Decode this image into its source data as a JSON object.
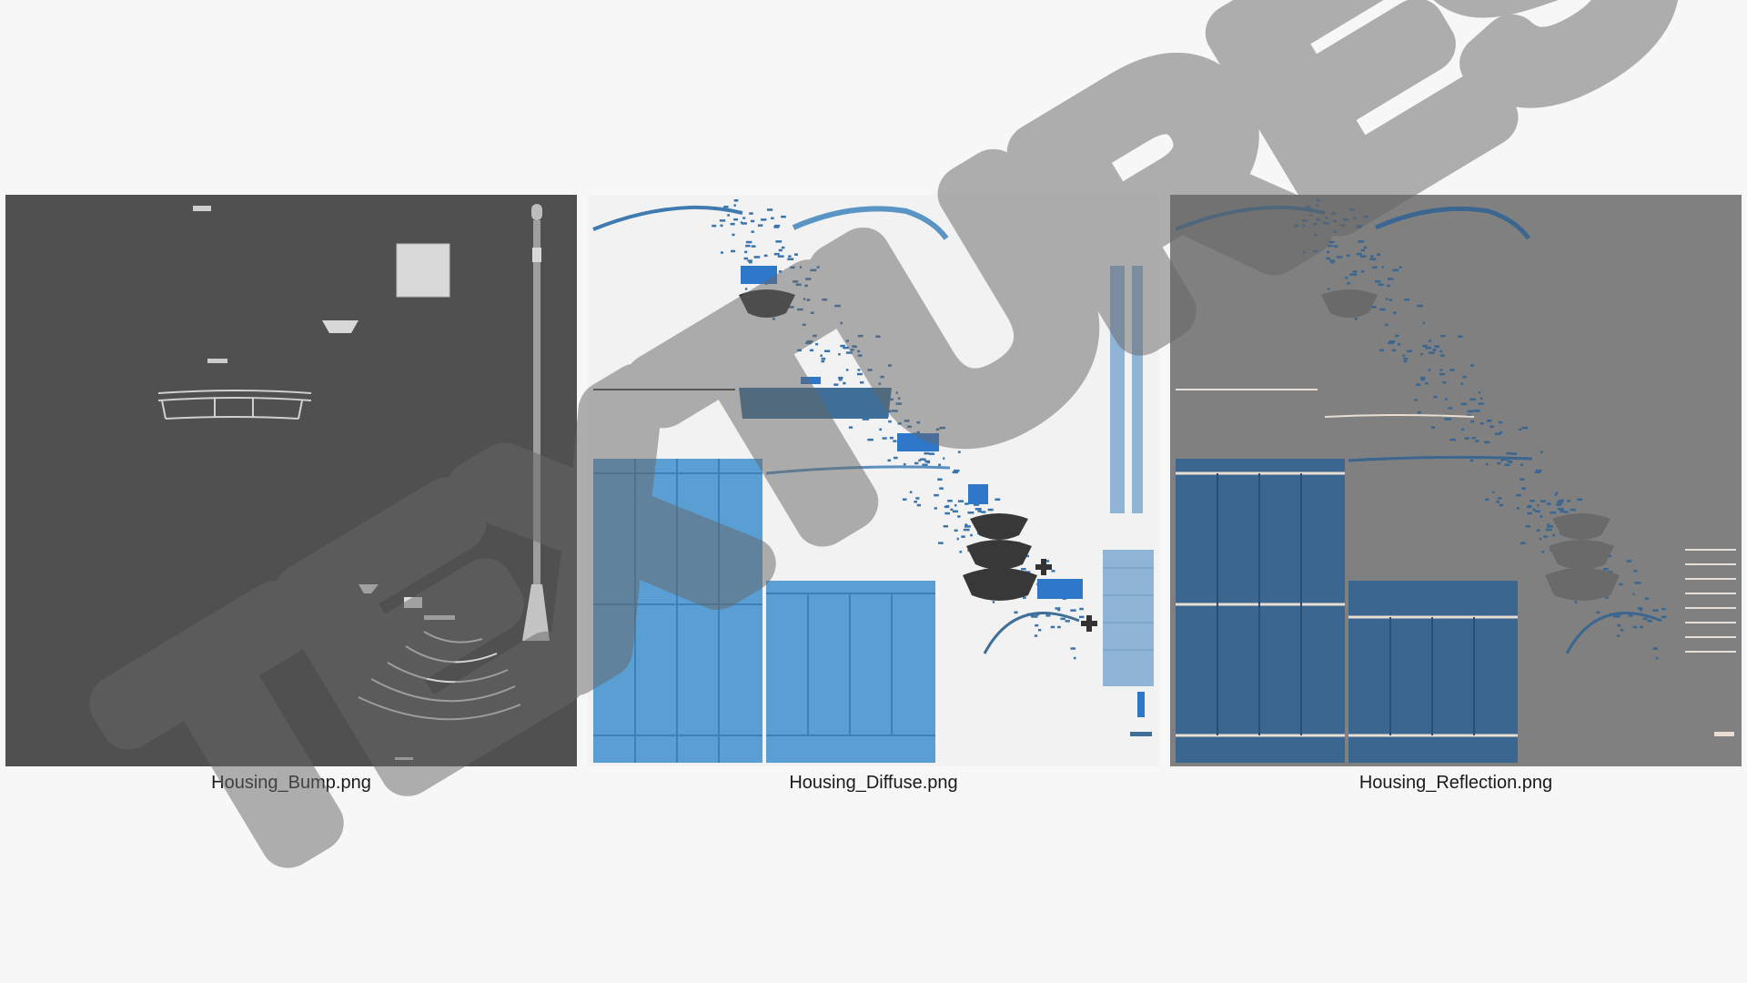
{
  "panels": [
    {
      "id": "bump",
      "caption": "Housing_Bump.png"
    },
    {
      "id": "diffuse",
      "caption": "Housing_Diffuse.png"
    },
    {
      "id": "reflection",
      "caption": "Housing_Reflection.png"
    }
  ],
  "watermark": {
    "text": "TEXTURES"
  },
  "colors": {
    "background": "#f7f7f7",
    "bump_base": "#505050",
    "diffuse_base": "#f2f2f2",
    "diffuse_blue": "#5a9fd4",
    "diffuse_accent": "#2f78c9",
    "reflection_base": "#808080",
    "reflection_blue": "#3a6690",
    "watermark": "#555555"
  }
}
